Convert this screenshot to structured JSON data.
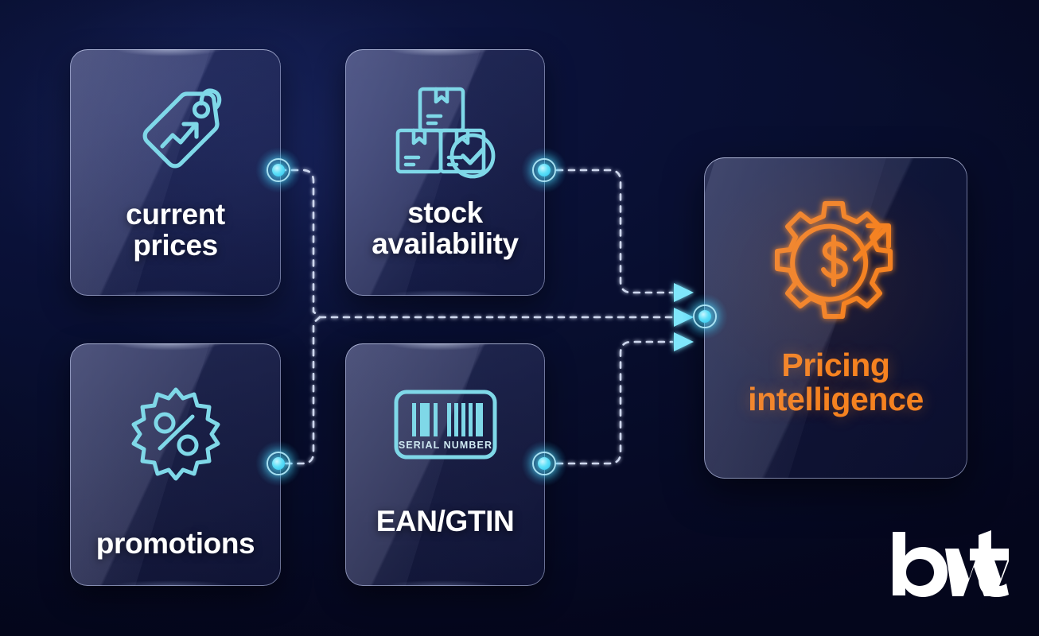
{
  "brand": {
    "name": "bwt"
  },
  "theme": {
    "background": "#070b2a",
    "card_fill": "#2b3060",
    "icon_cyan": "#7fd8e8",
    "accent_orange": "#f58220",
    "node_cyan": "#4fd8f5",
    "label_white": "#ffffff"
  },
  "diagram": {
    "type": "flow",
    "direction": "left-to-right",
    "source_cards": [
      {
        "id": "current-prices",
        "label_line1": "current",
        "label_line2": "prices",
        "icon": "price-tag-trend-icon"
      },
      {
        "id": "stock-availability",
        "label_line1": "stock",
        "label_line2": "availability",
        "icon": "boxes-check-icon"
      },
      {
        "id": "promotions",
        "label_line1": "promotions",
        "label_line2": "",
        "icon": "percent-badge-icon"
      },
      {
        "id": "ean-gtin",
        "label_line1": "EAN/GTIN",
        "label_line2": "",
        "icon": "barcode-icon"
      }
    ],
    "target_card": {
      "id": "pricing-intelligence",
      "label_line1": "Pricing",
      "label_line2": "intelligence",
      "icon": "gear-dollar-growth-icon"
    },
    "barcode_caption": "SERIAL NUMBER",
    "connector_style": "dashed",
    "arrow_count": 3
  }
}
